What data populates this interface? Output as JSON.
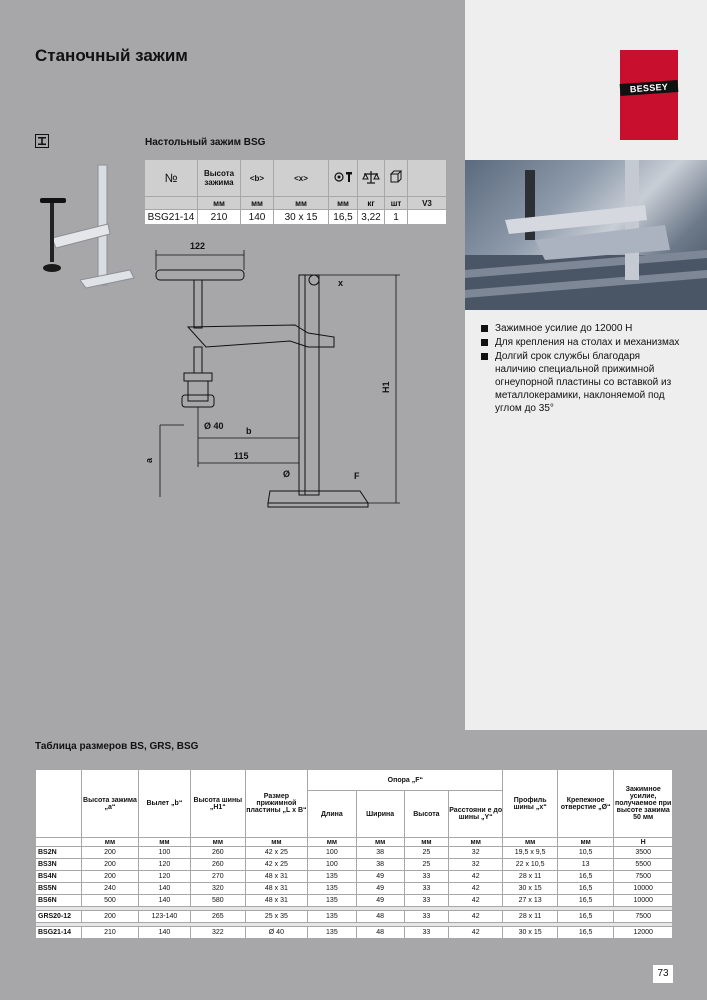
{
  "header": {
    "title": "Станочный зажим",
    "brand": "BESSEY",
    "brand_color": "#c8102e"
  },
  "product": {
    "subtitle": "Настольный зажим BSG"
  },
  "spec_table": {
    "headers": [
      "№",
      "Высота зажима",
      "<b>",
      "<x>",
      "",
      "",
      "",
      ""
    ],
    "units": [
      "",
      "мм",
      "мм",
      "мм",
      "мм",
      "кг",
      "шт",
      "V3"
    ],
    "row": [
      "BSG21-14",
      "210",
      "140",
      "30 x 15",
      "16,5",
      "3,22",
      "1",
      ""
    ]
  },
  "diagram_labels": {
    "w122": "122",
    "x": "x",
    "h1": "H1",
    "d40": "Ø 40",
    "b": "b",
    "a": "a",
    "d115": "115",
    "o": "Ø",
    "f": "F"
  },
  "features": [
    "Зажимное усилие до 12000 Н",
    "Для крепления на столах и механизмах",
    "Долгий срок службы благодаря наличию специальной прижимной огнеупорной пластины со вставкой из металлокерамики, наклоняемой под углом до 35°"
  ],
  "size_table": {
    "title": "Таблица размеров BS, GRS, BSG",
    "support_group": "Опора „F“",
    "headers": [
      "",
      "Высота зажима „a“",
      "Вылет „b“",
      "Высота шины „H1“",
      "Размер прижимной пластины „L x B“",
      "Длина",
      "Ширина",
      "Высота",
      "Расстояни е до шины „Y“",
      "Профиль шины „x“",
      "Крепежное отверстие „Ø“",
      "Зажимное усилие, получаемое при высоте зажима 50 мм"
    ],
    "units": [
      "",
      "мм",
      "мм",
      "мм",
      "мм",
      "мм",
      "мм",
      "мм",
      "мм",
      "мм",
      "мм",
      "Н"
    ],
    "rows": [
      [
        "BS2N",
        "200",
        "100",
        "260",
        "42 x 25",
        "100",
        "38",
        "25",
        "32",
        "19,5 x 9,5",
        "10,5",
        "3500"
      ],
      [
        "BS3N",
        "200",
        "120",
        "260",
        "42 x 25",
        "100",
        "38",
        "25",
        "32",
        "22 x 10,5",
        "13",
        "5500"
      ],
      [
        "BS4N",
        "200",
        "120",
        "270",
        "48 x 31",
        "135",
        "49",
        "33",
        "42",
        "28 x 11",
        "16,5",
        "7500"
      ],
      [
        "BS5N",
        "240",
        "140",
        "320",
        "48 x 31",
        "135",
        "49",
        "33",
        "42",
        "30 x 15",
        "16,5",
        "10000"
      ],
      [
        "BS6N",
        "500",
        "140",
        "580",
        "48 x 31",
        "135",
        "49",
        "33",
        "42",
        "27 x 13",
        "16,5",
        "10000"
      ],
      [
        "GRS20-12",
        "200",
        "123-140",
        "265",
        "25 x 35",
        "135",
        "48",
        "33",
        "42",
        "28 x 11",
        "16,5",
        "7500"
      ],
      [
        "BSG21-14",
        "210",
        "140",
        "322",
        "Ø 40",
        "135",
        "48",
        "33",
        "42",
        "30 x 15",
        "16,5",
        "12000"
      ]
    ]
  },
  "page_number": "73"
}
